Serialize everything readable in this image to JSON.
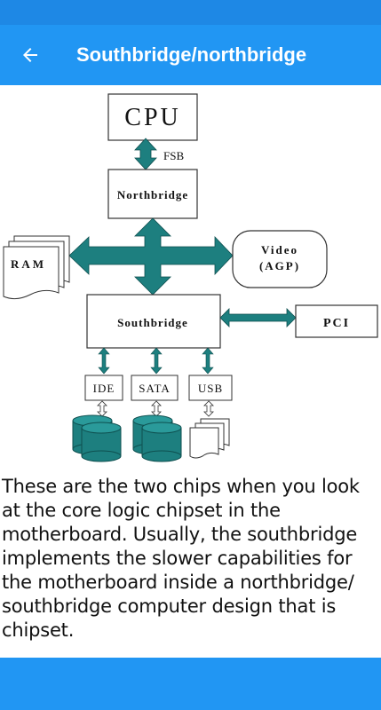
{
  "appbar": {
    "title": "Southbridge/northbridge",
    "back_icon": "arrow-left-icon"
  },
  "diagram": {
    "cpu": "CPU",
    "fsb": "FSB",
    "northbridge": "Northbridge",
    "ram": "RAM",
    "video_line1": "Video",
    "video_line2": "(AGP)",
    "southbridge": "Southbridge",
    "pci": "PCI",
    "ide": "IDE",
    "sata": "SATA",
    "usb": "USB",
    "arrow_color": "#1d7f7f"
  },
  "content": {
    "paragraph": "These are the two chips when you look at the core logic chipset in the motherboard. Usually, the southbridge implements the slower capabilities for the motherboard inside a northbridge/ southbridge computer design that is chipset."
  },
  "colors": {
    "primary": "#2196f3",
    "status": "#1e88e5"
  }
}
